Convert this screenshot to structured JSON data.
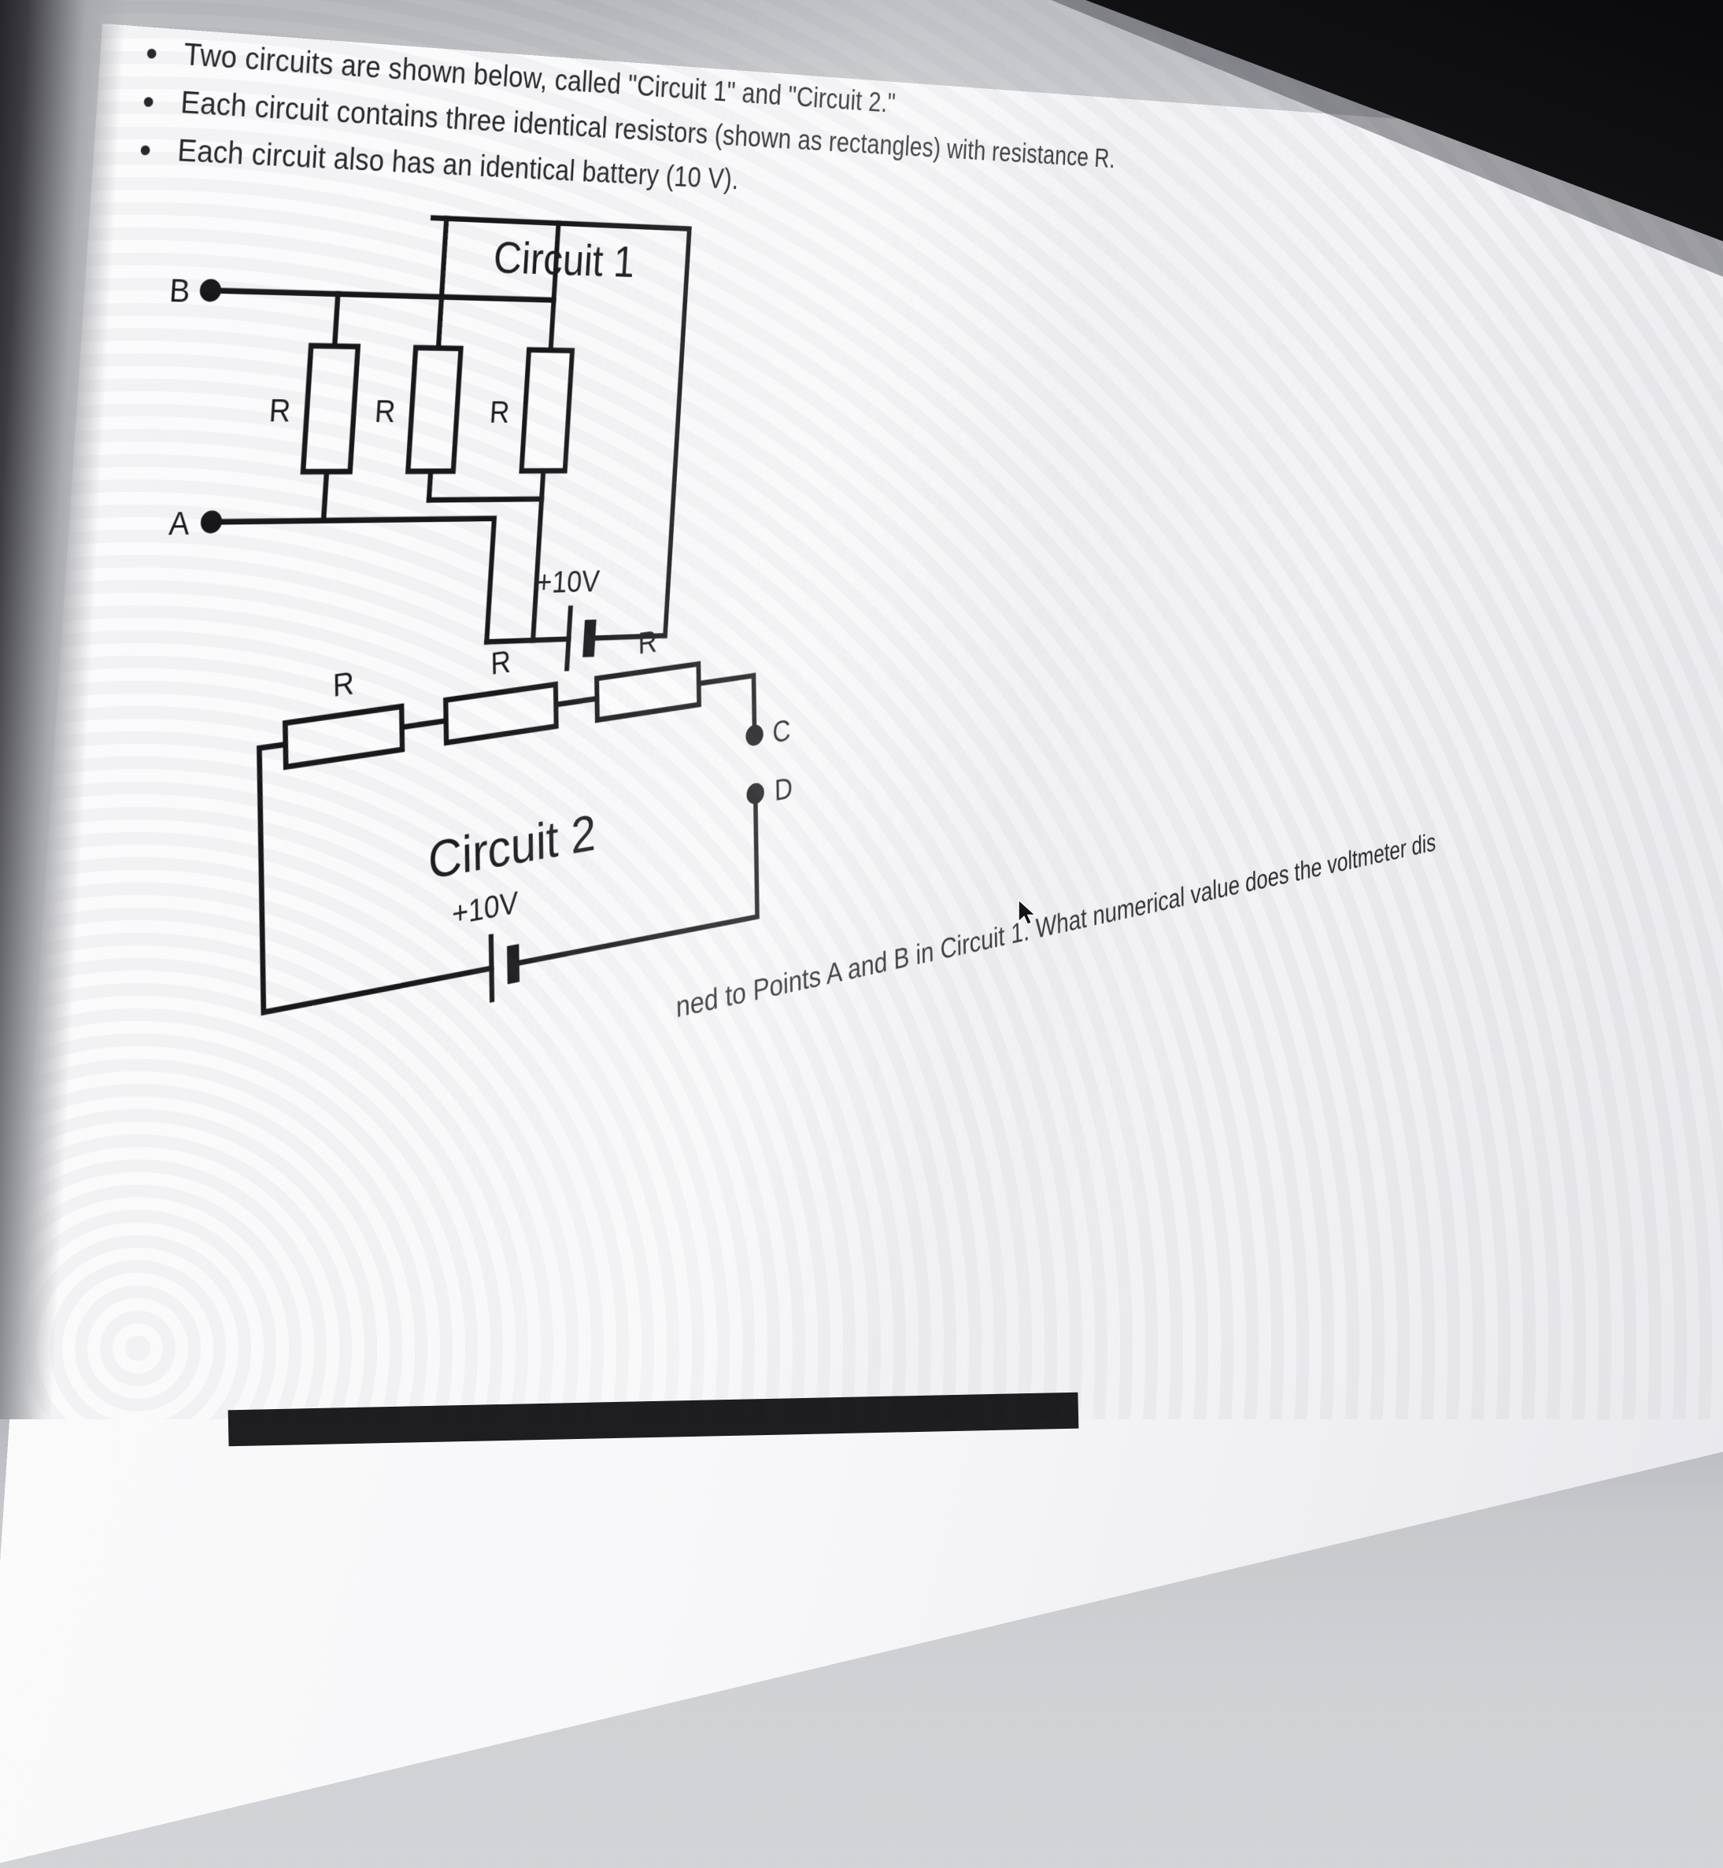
{
  "problem": {
    "bullet_glyph": "•",
    "bullets": [
      "Two circuits are shown below, called \"Circuit 1\" and \"Circuit 2.\"",
      "Each circuit contains three identical resistors (shown as rectangles) with resistance R.",
      "Each circuit also has an identical battery (10 V)."
    ],
    "bottom_fragment": "ned to Points A and B in Circuit 1. What numerical value does the voltmeter dis"
  },
  "circuit1": {
    "title": "Circuit 1",
    "battery_label": "+10V",
    "resistor_label": "R",
    "terminal_b": "B",
    "terminal_a": "A"
  },
  "circuit2": {
    "title": "Circuit 2",
    "battery_label": "+10V",
    "resistor_label": "R",
    "terminal_c": "C",
    "terminal_d": "D"
  }
}
